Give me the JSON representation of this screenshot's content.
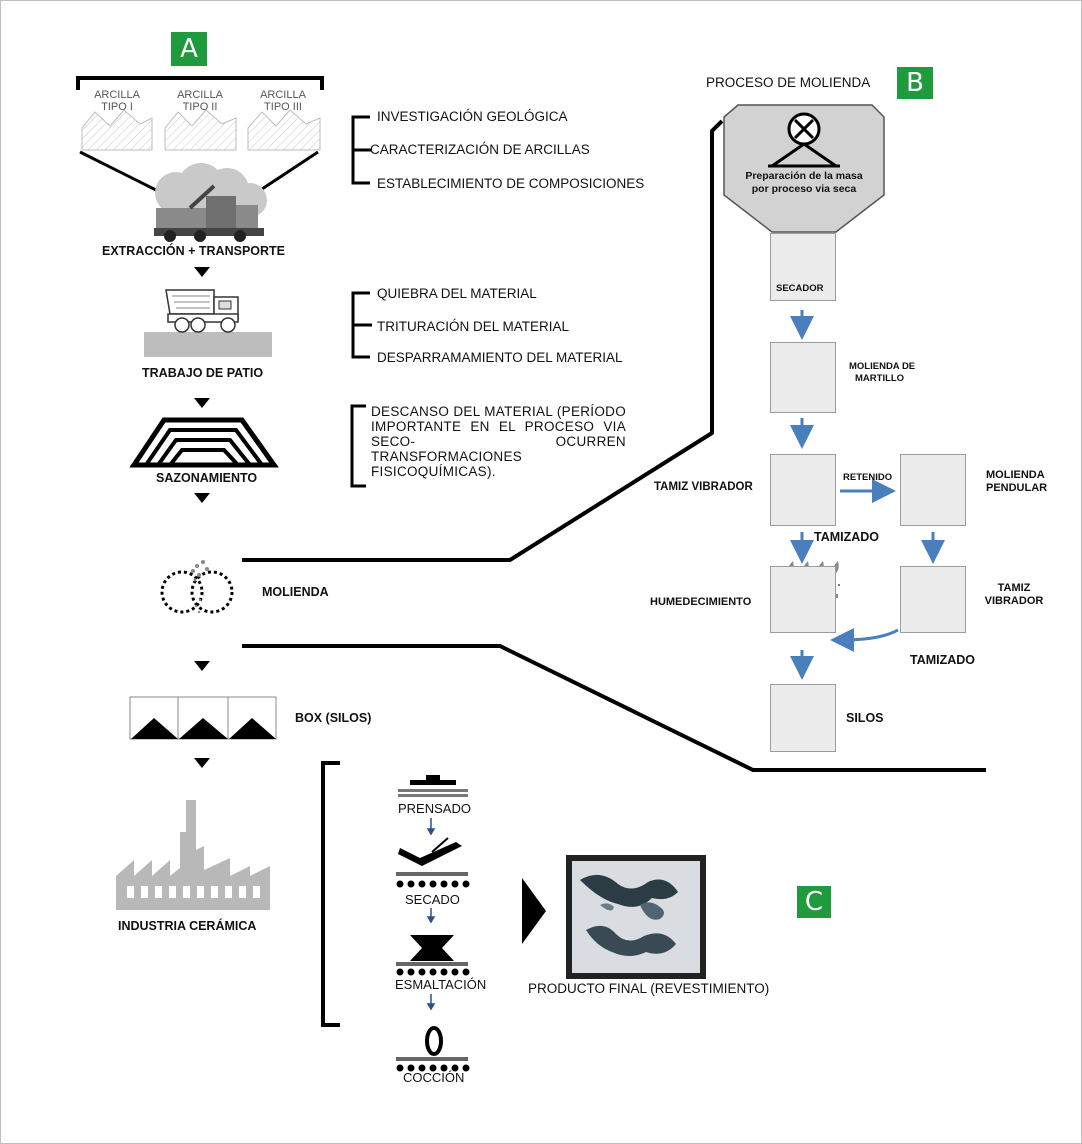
{
  "section_a": {
    "badge": "A",
    "clay_types": [
      {
        "line1": "ARCILLA",
        "line2": "TIPO I"
      },
      {
        "line1": "ARCILLA",
        "line2": "TIPO II"
      },
      {
        "line1": "ARCILLA",
        "line2": "TIPO III"
      }
    ],
    "notes_research": [
      "INVESTIGACIÓN GEOLÓGICA",
      "CARACTERIZACIÓN DE ARCILLAS",
      "ESTABLECIMIENTO DE COMPOSICIONES"
    ],
    "extraction": "EXTRACCIÓN + TRANSPORTE",
    "notes_yard": [
      "QUIEBRA DEL MATERIAL",
      "TRITURACIÓN DEL MATERIAL",
      "DESPARRAMAMIENTO DEL MATERIAL"
    ],
    "yard_work": "TRABAJO DE PATIO",
    "seasoning": "SAZONAMIENTO",
    "seasoning_note": "DESCANSO DEL MATERIAL (PERÍODO IMPORTANTE EN EL PROCESO VIA SECO- OCURREN TRANSFORMACIONES FISICOQUÍMICAS).",
    "milling": "MOLIENDA",
    "box_silos": "BOX (SILOS)",
    "industry": "INDUSTRIA CERÁMICA"
  },
  "section_b": {
    "badge": "B",
    "title": "PROCESO DE MOLIENDA",
    "hopper_line1": "Preparación de la masa",
    "hopper_line2": "por proceso via seca",
    "dryer": "SECADOR",
    "hammer_line1": "MOLIENDA DE",
    "hammer_line2": "MARTILLO",
    "vibrating_screen": "TAMIZ VIBRADOR",
    "retained": "RETENIDO",
    "pendular_line1": "MOLIENDA",
    "pendular_line2": "PENDULAR",
    "screened": "TAMIZADO",
    "moistening": "HUMEDECIMIENTO",
    "screen2_line1": "TAMIZ",
    "screen2_line2": "VIBRADOR",
    "screened2": "TAMIZADO",
    "silos": "SILOS"
  },
  "section_c": {
    "badge": "C",
    "steps": [
      "PRENSADO",
      "SECADO",
      "ESMALTACIÓN",
      "COCCIÓN"
    ],
    "final_product": "PRODUCTO  FINAL (REVESTIMIENTO)"
  },
  "colors": {
    "badge": "#1f9a3c",
    "arrow_blue": "#4a7fbd",
    "box_fill": "#ececec",
    "ground": "#bdbdbd",
    "factory": "#b8b8b8"
  }
}
